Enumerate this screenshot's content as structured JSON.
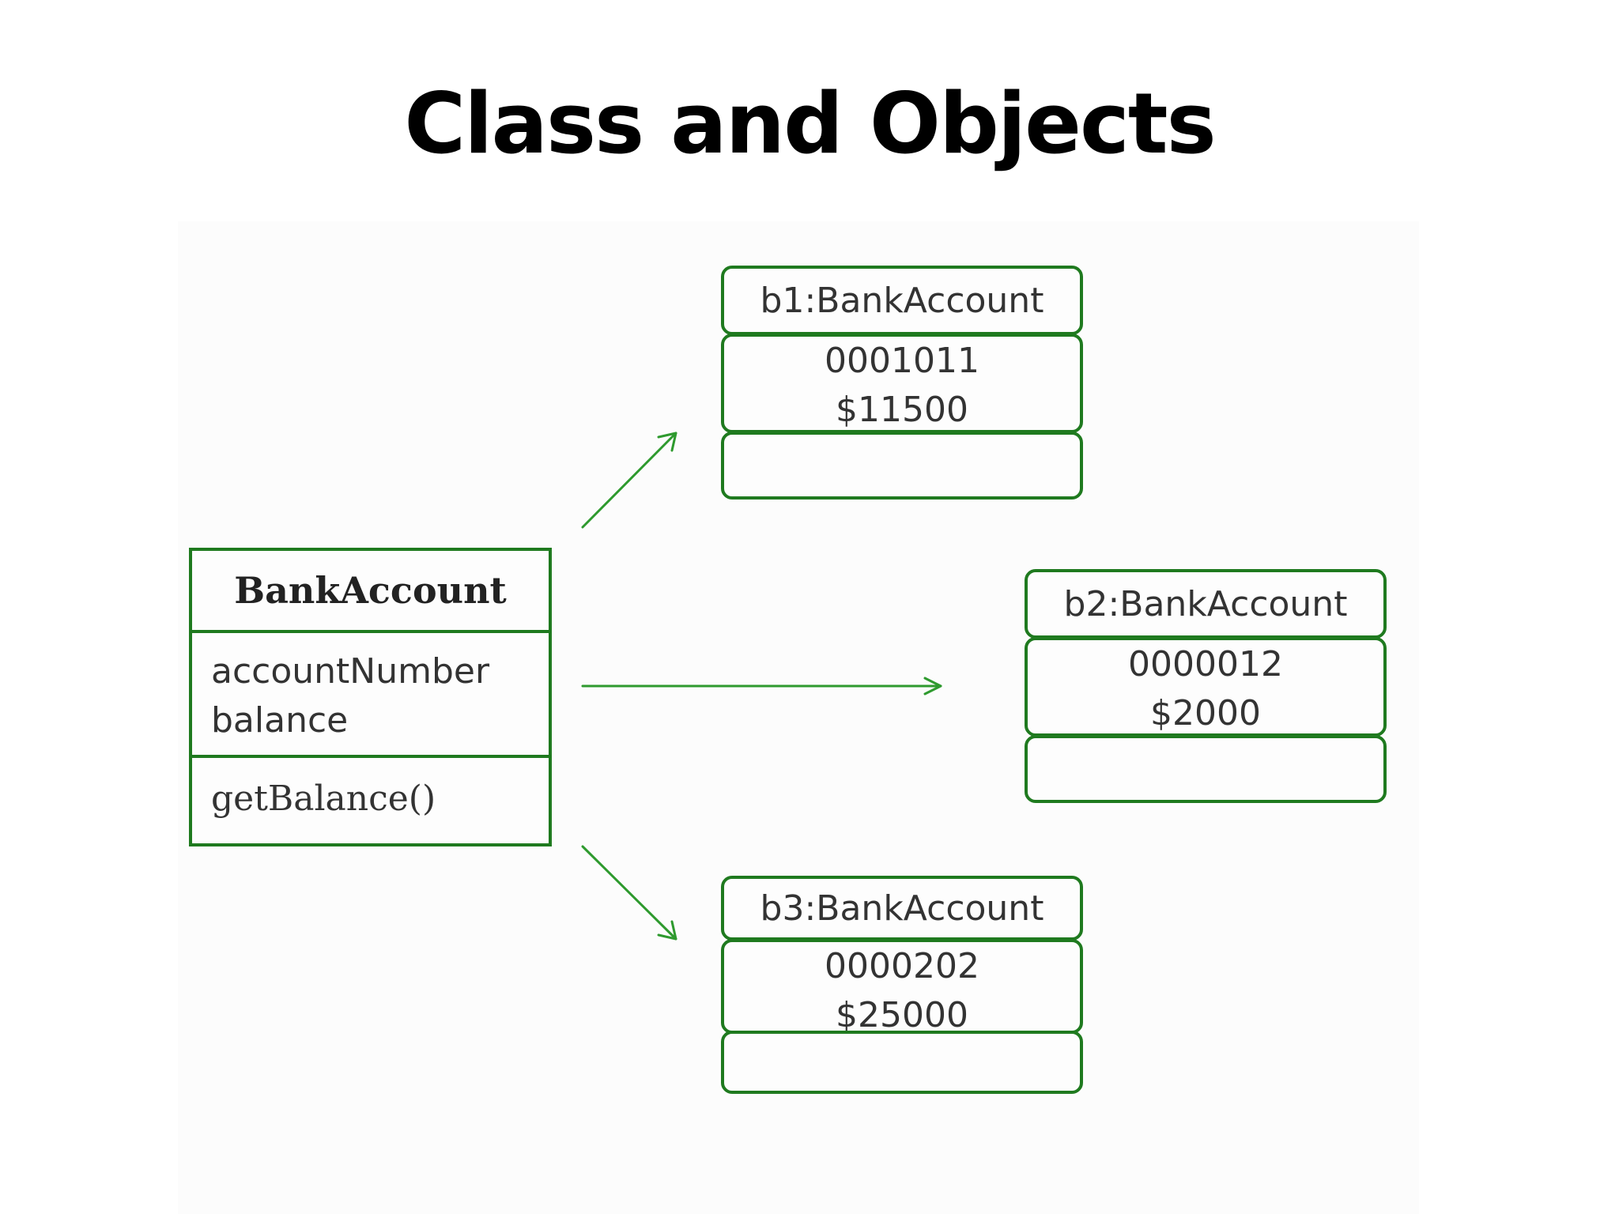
{
  "title": "Class and Objects",
  "class": {
    "name": "BankAccount",
    "attributes": [
      "accountNumber",
      "balance"
    ],
    "operations": [
      "getBalance()"
    ]
  },
  "objects": [
    {
      "name": "b1:BankAccount",
      "values": [
        "0001011",
        "$11500"
      ]
    },
    {
      "name": "b2:BankAccount",
      "values": [
        "0000012",
        "$2000"
      ]
    },
    {
      "name": "b3:BankAccount",
      "values": [
        "0000202",
        "$25000"
      ]
    }
  ],
  "colors": {
    "border": "#1f7a1f",
    "arrow": "#2e9a2e",
    "text": "#333333"
  }
}
